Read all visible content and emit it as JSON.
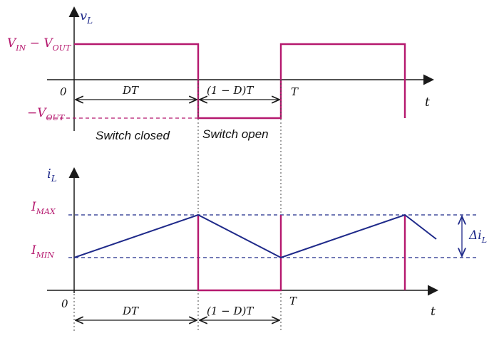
{
  "colors": {
    "axis": "#1a1a1a",
    "pulse": "#b5186e",
    "ramp": "#1f2a8a",
    "dashed_blue": "#1f2a8a",
    "dashed_magenta": "#b5186e",
    "text": "#111111"
  },
  "top": {
    "y_label_main": "v",
    "y_label_sub": "L",
    "level_high_label": "V_IN − V_OUT",
    "level_high_parts": [
      "V",
      "IN",
      " − V",
      "OUT"
    ],
    "level_low_label": "−V_OUT",
    "level_low_parts": [
      "−V",
      "OUT"
    ],
    "origin_label": "0",
    "t_label": "t",
    "T_label": "T",
    "DT_label": "DT",
    "one_minus_D_T_label": "(1 − D)T",
    "switch_closed_label": "Switch closed",
    "switch_open_label": "Switch open"
  },
  "bottom": {
    "y_label_main": "i",
    "y_label_sub": "L",
    "imax_label_main": "I",
    "imax_label_sub": "MAX",
    "imin_label_main": "I",
    "imin_label_sub": "MIN",
    "origin_label": "0",
    "t_label": "t",
    "T_label": "T",
    "DT_label": "DT",
    "one_minus_D_T_label": "(1 − D)T",
    "delta_label_main": "Δi",
    "delta_label_sub": "L"
  }
}
